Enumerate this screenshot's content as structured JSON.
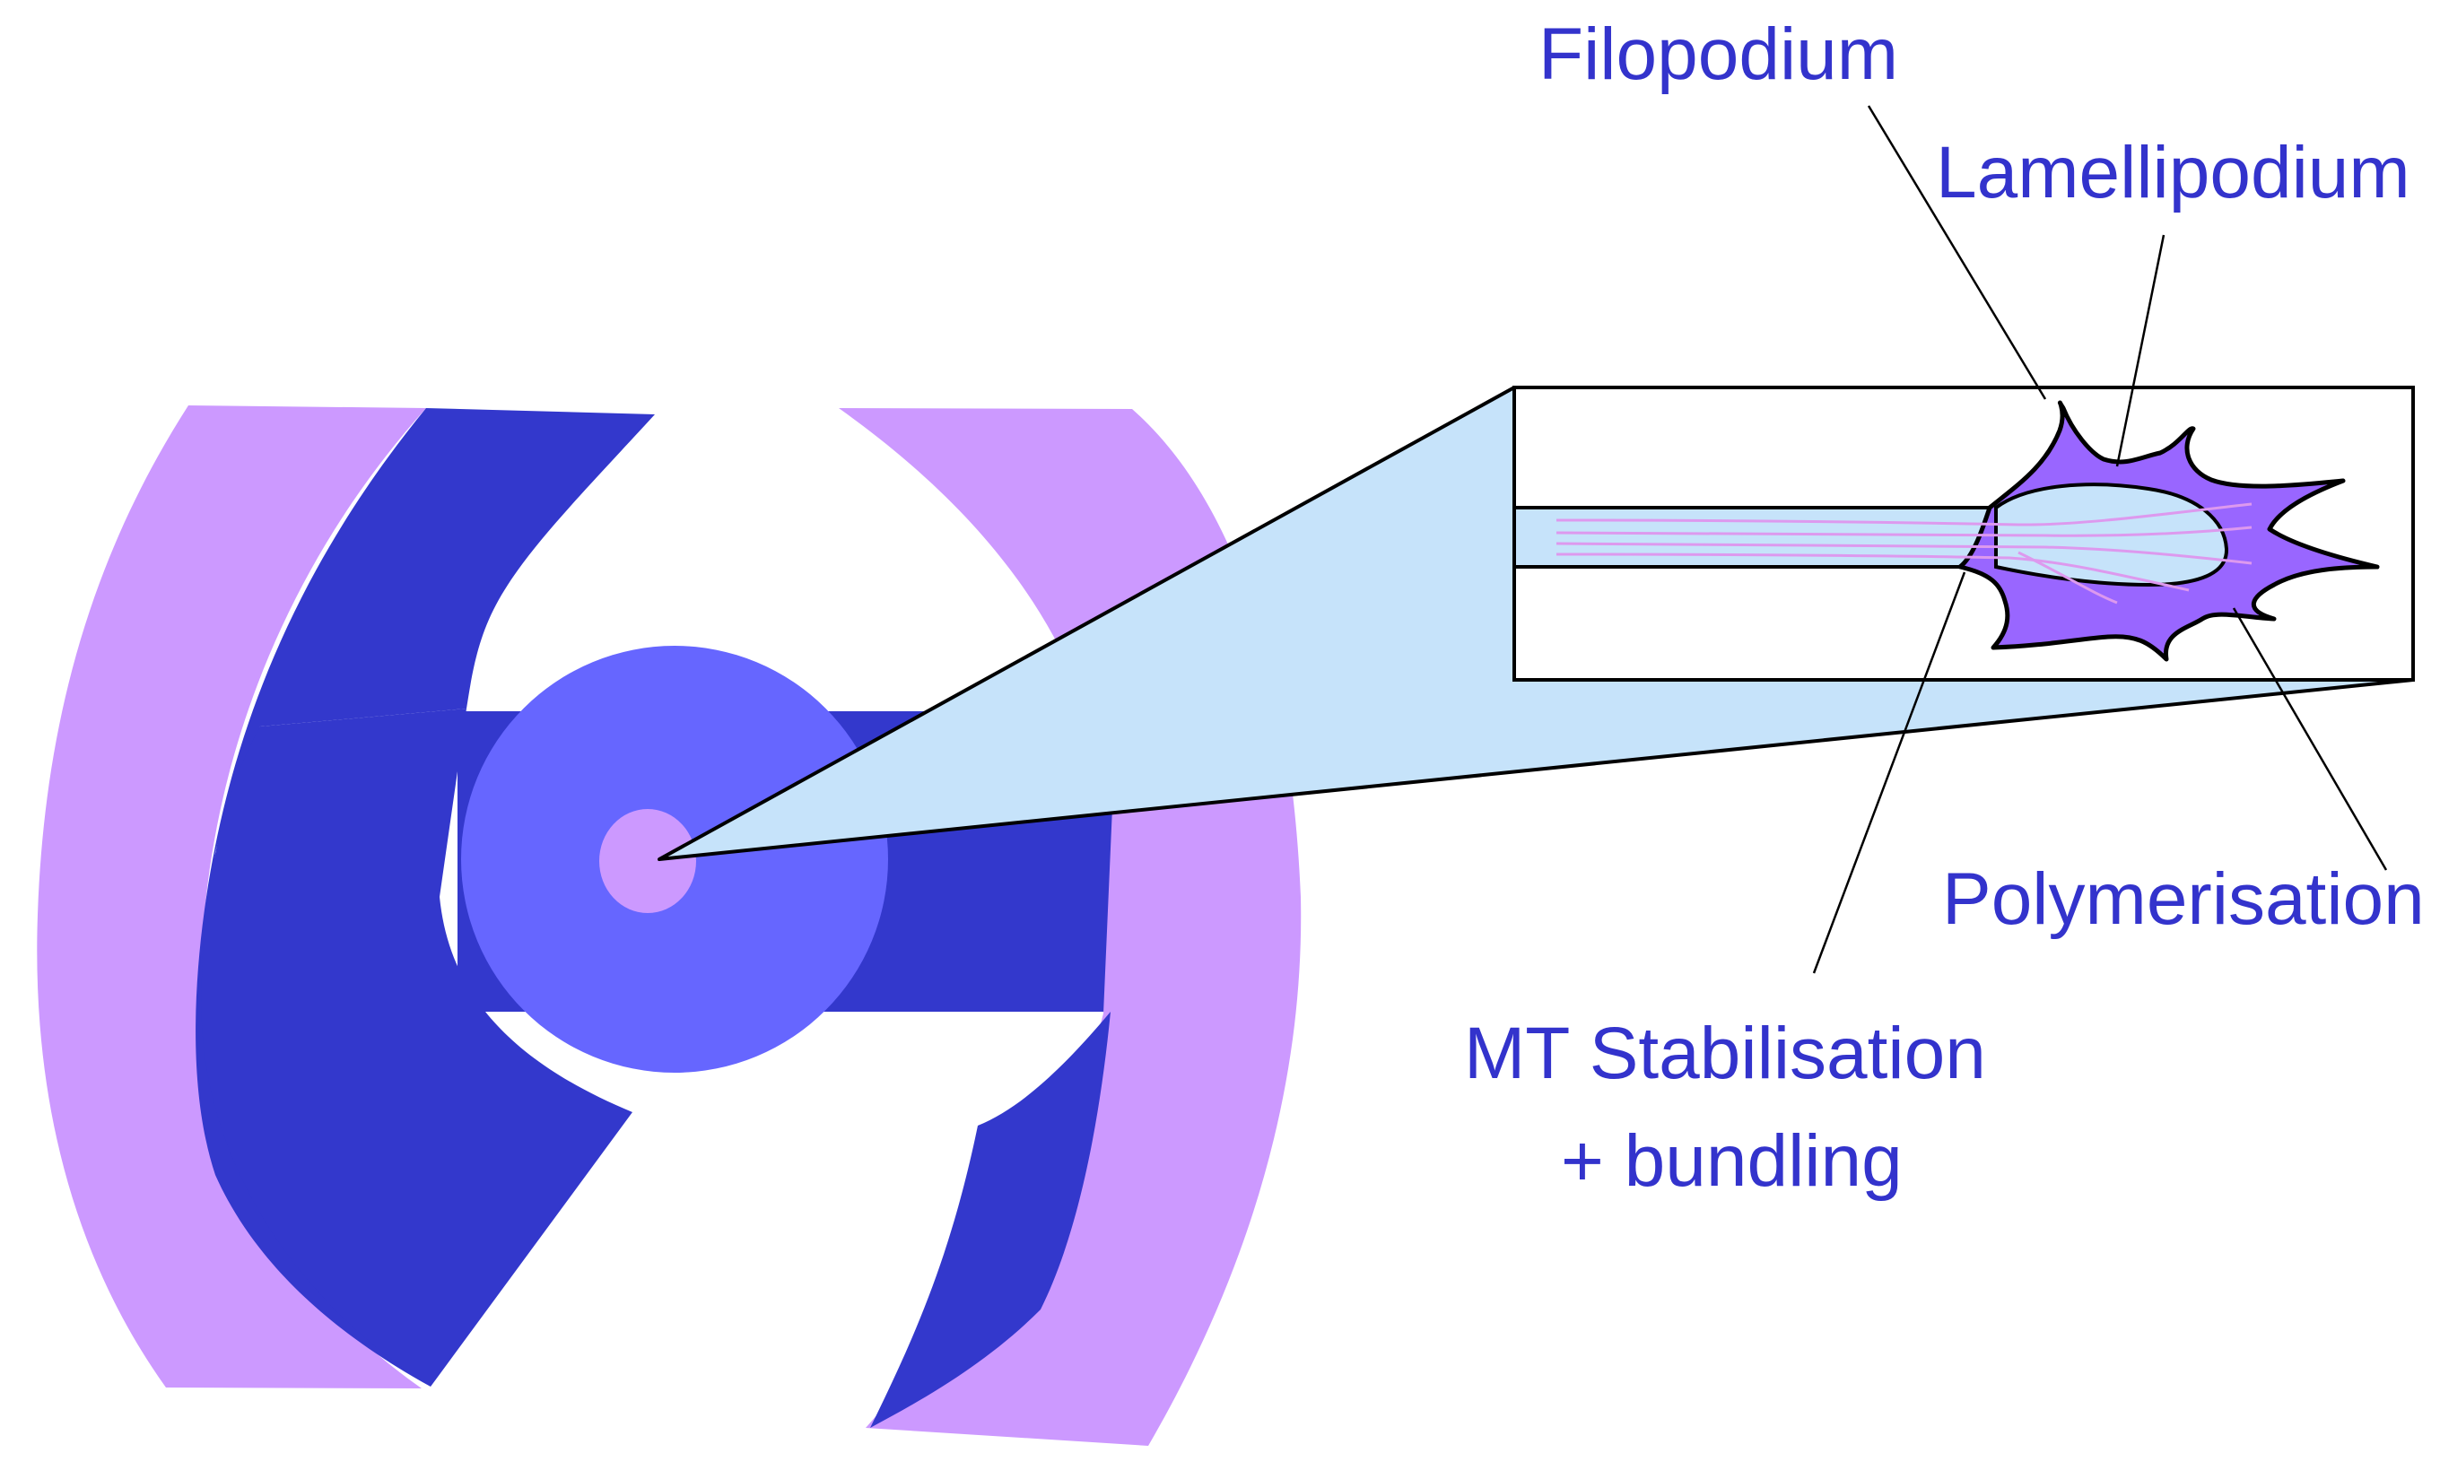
{
  "labels": {
    "filopodium": "Filopodium",
    "lamellipodium": "Lamellipodium",
    "polymerisation": "Polymerisation",
    "mt_stabilisation_line1": "MT Stabilisation",
    "mt_stabilisation_line2": "+ bundling"
  },
  "colors": {
    "label": "#3333cc",
    "light_purple": "#cc99ff",
    "dark_blue": "#3338cc",
    "medium_blue": "#6666ff",
    "pale_blue": "#c6e3fa",
    "violet": "#9966ff",
    "pink_lines": "#dd99ee",
    "outline": "#000000"
  },
  "icons": {
    "left_figure": "axon-neuron-schematic",
    "inset": "growth-cone-zoom"
  }
}
